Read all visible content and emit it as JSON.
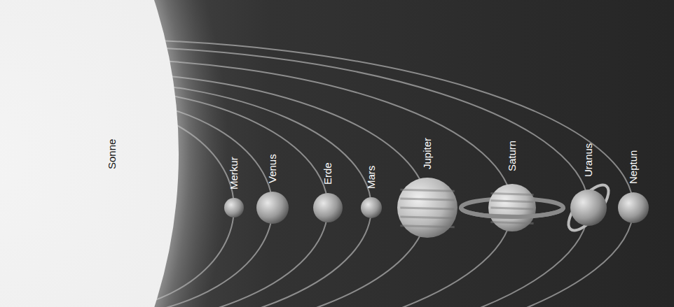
{
  "diagram": {
    "labels": [
      "Sonne",
      "Merkur",
      "Venus",
      "Erde",
      "Mars",
      "Jupiter",
      "Saturn",
      "Uranus",
      "Neptun"
    ]
  }
}
